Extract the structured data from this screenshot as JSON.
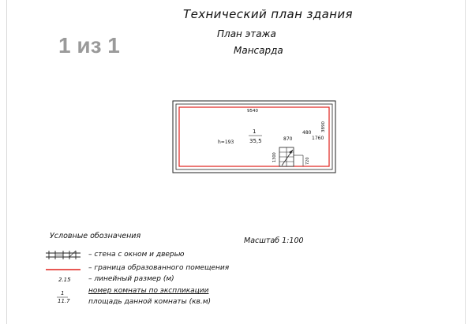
{
  "header": {
    "title": "Технический план здания",
    "subtitle": "План этажа",
    "floor": "Мансарда"
  },
  "viewer": {
    "page_counter": "1 из 1"
  },
  "plan": {
    "width_dim": "9540",
    "height_dim": "3890",
    "ceiling_height": "h=193",
    "room_number": "1",
    "room_area": "35,5",
    "dim_870": "870",
    "dim_480": "480",
    "dim_1760": "1760",
    "dim_1300": "1300",
    "dim_720": "720",
    "colors": {
      "room_boundary": "#e0201c",
      "walls": "#222222"
    }
  },
  "legend": {
    "title": "Условные обозначения",
    "scale": "Масштаб 1:100",
    "items": [
      {
        "symbol": "wall-window-door-icon",
        "text": "– стена с окном и дверью"
      },
      {
        "symbol": "red-line",
        "text": "– граница образованного помещения"
      },
      {
        "symbol": "2.15",
        "text": "– линейный размер (м)"
      },
      {
        "symbol": "1",
        "text": "номер комнаты по экспликации"
      },
      {
        "symbol": "11.7",
        "text": "площадь данной комнаты (кв.м)"
      }
    ]
  }
}
